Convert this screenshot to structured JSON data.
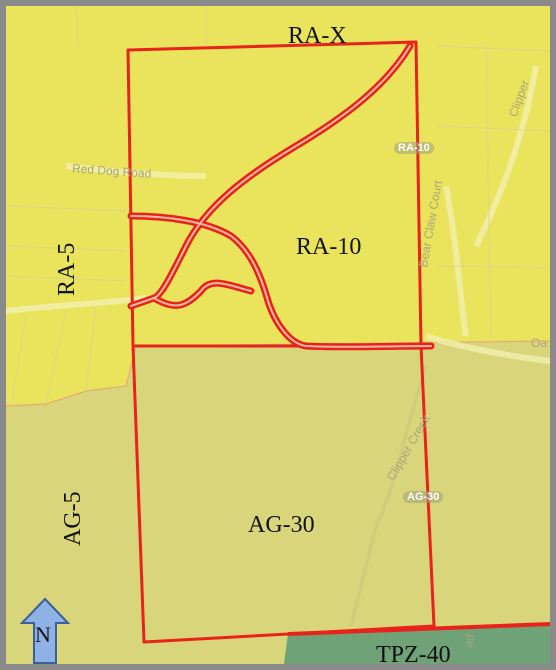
{
  "zones": {
    "ra_x": "RA-X",
    "ra_10": "RA-10",
    "ra_5": "RA-5",
    "ag_30": "AG-30",
    "ag_5": "AG-5",
    "tpz_40": "TPZ-40"
  },
  "base_map": {
    "road_red_dog": "Red Dog Road",
    "road_bear_claw": "Bear Claw Court",
    "creek_clipper": "Clipper Creek",
    "clipper_top": "Clipper",
    "badge_ra10": "RA-10",
    "badge_ag30": "AG-30",
    "road_partial_right": "Oa",
    "road_partial_bottom": "ad"
  },
  "north_arrow": {
    "label": "N"
  },
  "colors": {
    "ra_zone": "#e8e35a",
    "ag_zone": "#d8d478",
    "tpz_zone": "#6fa277",
    "parcel_line": "#e8231b",
    "frame": "#8a8a8a",
    "north_arrow": "#8eb2e6"
  }
}
